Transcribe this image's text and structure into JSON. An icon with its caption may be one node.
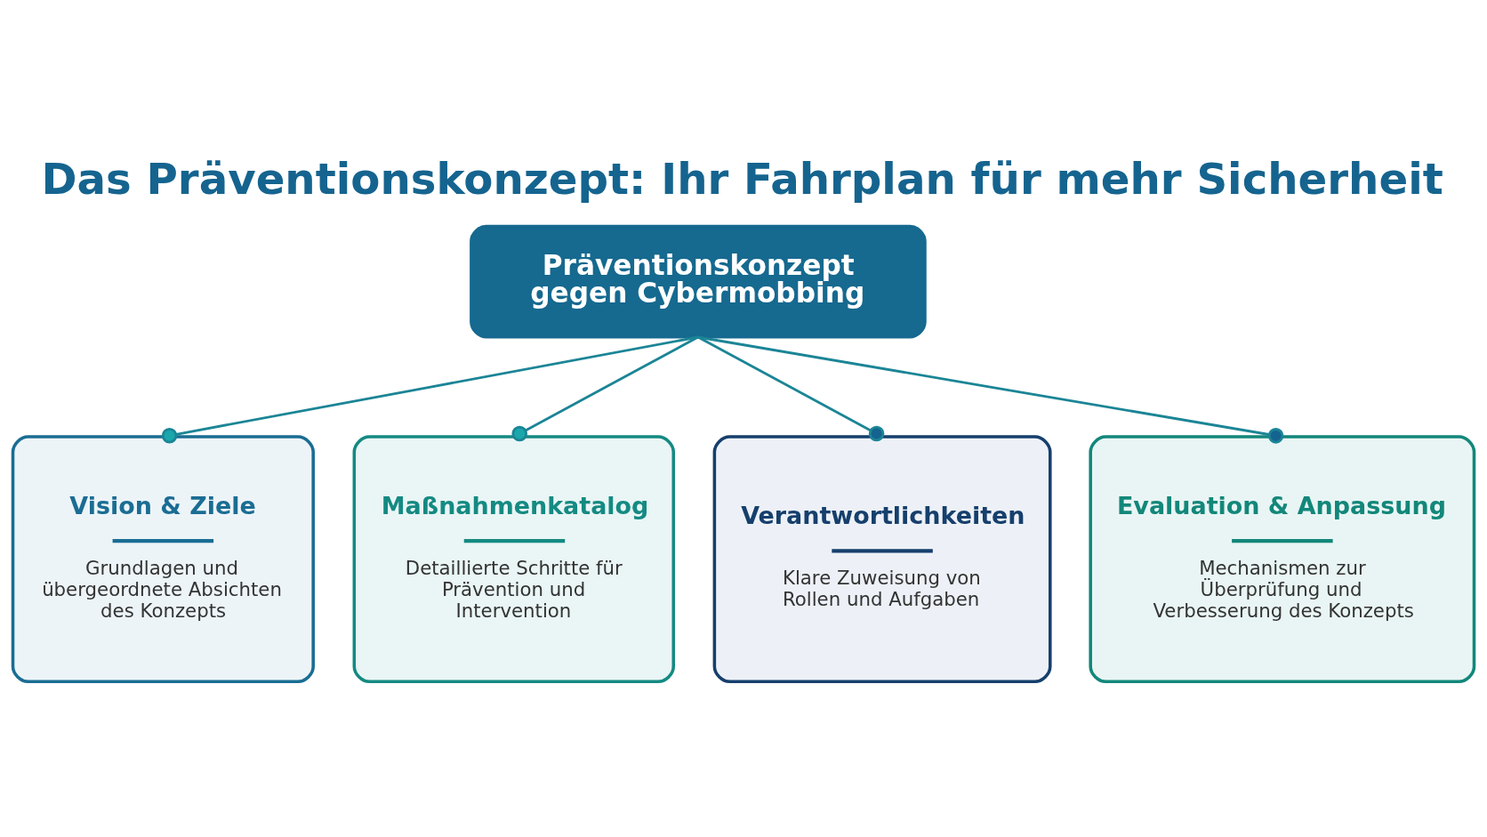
{
  "diagram": {
    "title": "Das Präventionskonzept: Ihr Fahrplan für mehr Sicherheit",
    "nodes": [
      {
        "text": [
          "Präventionskonzept gegen Cybermobbing"
        ]
      },
      {
        "text": [
          "Vision & Ziele",
          "Grundlagen und übergeordnete Absichten des Konzepts"
        ]
      },
      {
        "text": [
          "Maßnahmenkatalog",
          "Detaillierte Schritte für Prävention und Intervention"
        ]
      },
      {
        "text": [
          "Verantwortlichkeiten",
          "Klare Zuweisung von Rollen und Aufgaben"
        ]
      },
      {
        "text": [
          "Evaluation & Anpassung",
          "Mechanismen zur Überprüfung und Verbesserung des Konzepts"
        ]
      }
    ],
    "edges": [
      {
        "from": 0,
        "to": 1,
        "arrow": "other"
      },
      {
        "from": 0,
        "to": 2,
        "arrow": "other"
      },
      {
        "from": 0,
        "to": 3,
        "arrow": "other"
      },
      {
        "from": 0,
        "to": 4,
        "arrow": "other"
      }
    ]
  }
}
